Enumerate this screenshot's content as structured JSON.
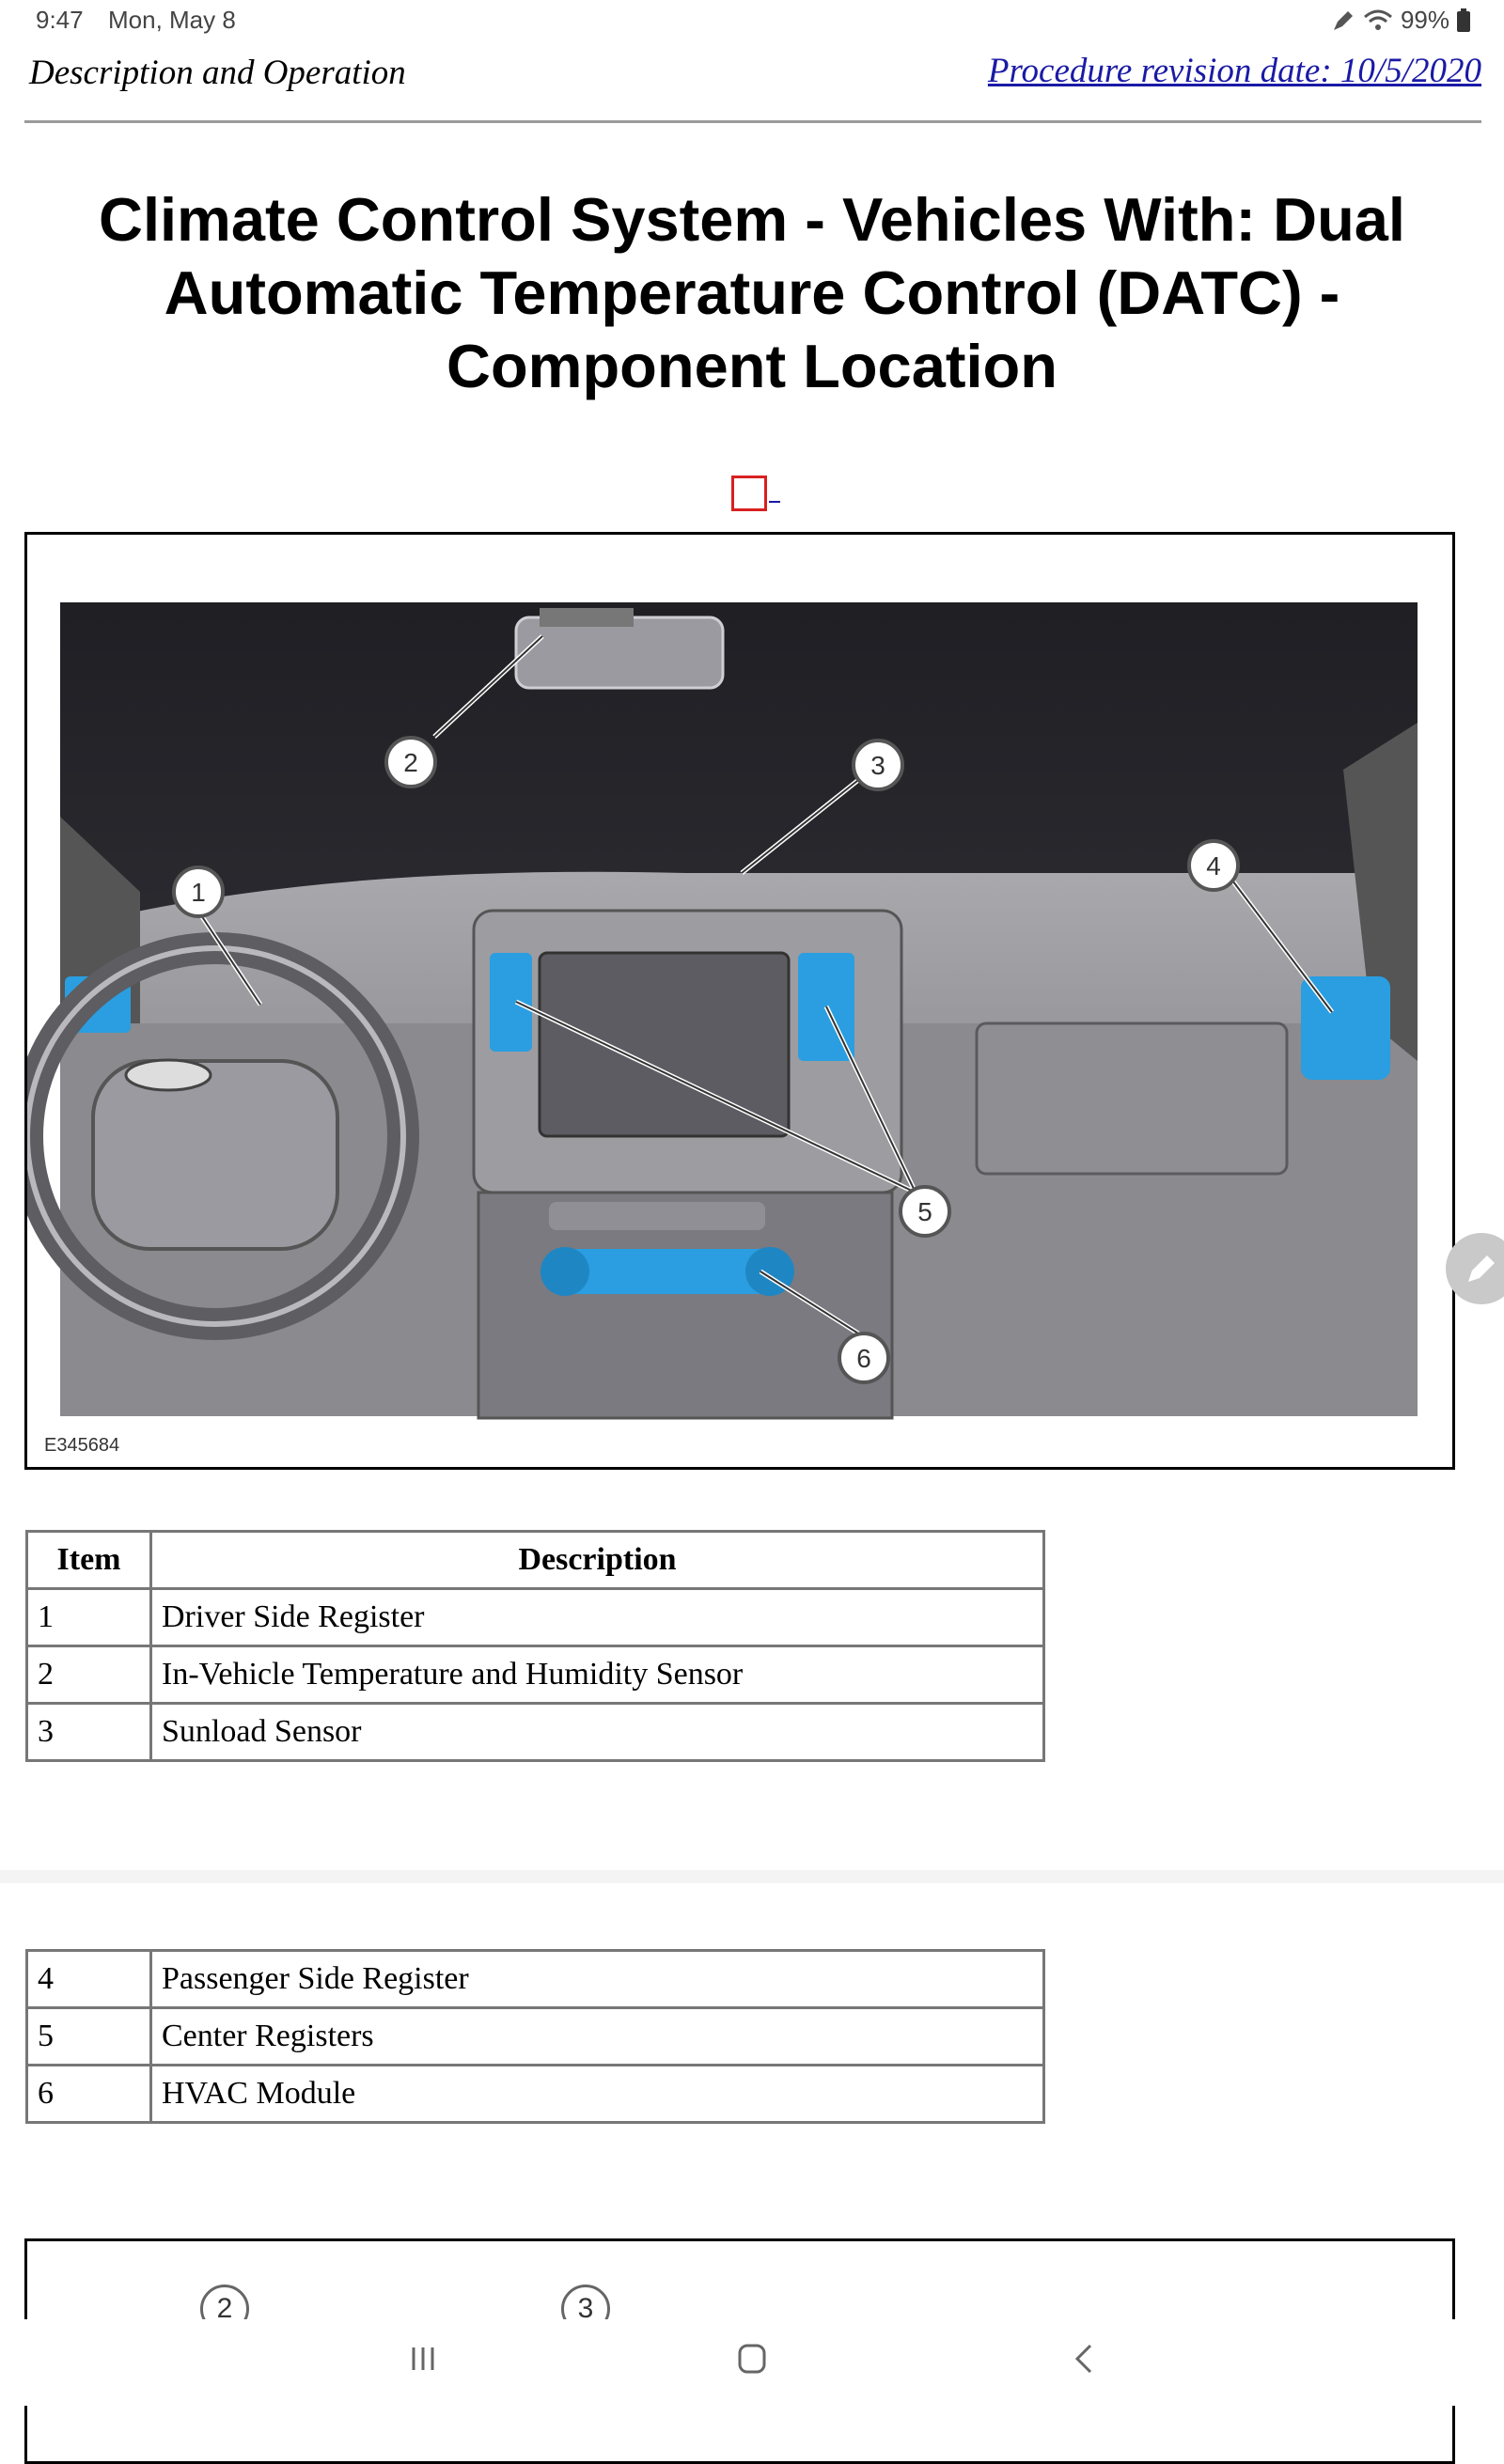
{
  "status_bar": {
    "time": "9:47",
    "date": "Mon, May 8",
    "battery": "99%"
  },
  "header": {
    "section": "Description and Operation",
    "revision_link": "Procedure revision date: 10/5/2020"
  },
  "title": "Climate Control System - Vehicles With: Dual Automatic Temperature Control (DATC) - Component Location",
  "figure": {
    "id": "E345684",
    "callouts": [
      "1",
      "2",
      "3",
      "4",
      "5",
      "5",
      "6"
    ],
    "colors": {
      "highlight": "#2a9ee0",
      "dark": "#2a2a2e"
    }
  },
  "table": {
    "headers": {
      "item": "Item",
      "description": "Description"
    },
    "rows_part1": [
      {
        "item": "1",
        "description": "Driver Side Register"
      },
      {
        "item": "2",
        "description": "In-Vehicle Temperature and Humidity Sensor"
      },
      {
        "item": "3",
        "description": "Sunload Sensor"
      }
    ],
    "rows_part2": [
      {
        "item": "4",
        "description": "Passenger Side Register"
      },
      {
        "item": "5",
        "description": "Center Registers"
      },
      {
        "item": "6",
        "description": "HVAC Module"
      }
    ]
  },
  "figure2_callouts": [
    "2",
    "3"
  ],
  "icons": {
    "edit": "pencil-icon",
    "nav_recent": "recent-apps-icon",
    "nav_home": "home-icon",
    "nav_back": "back-icon"
  }
}
